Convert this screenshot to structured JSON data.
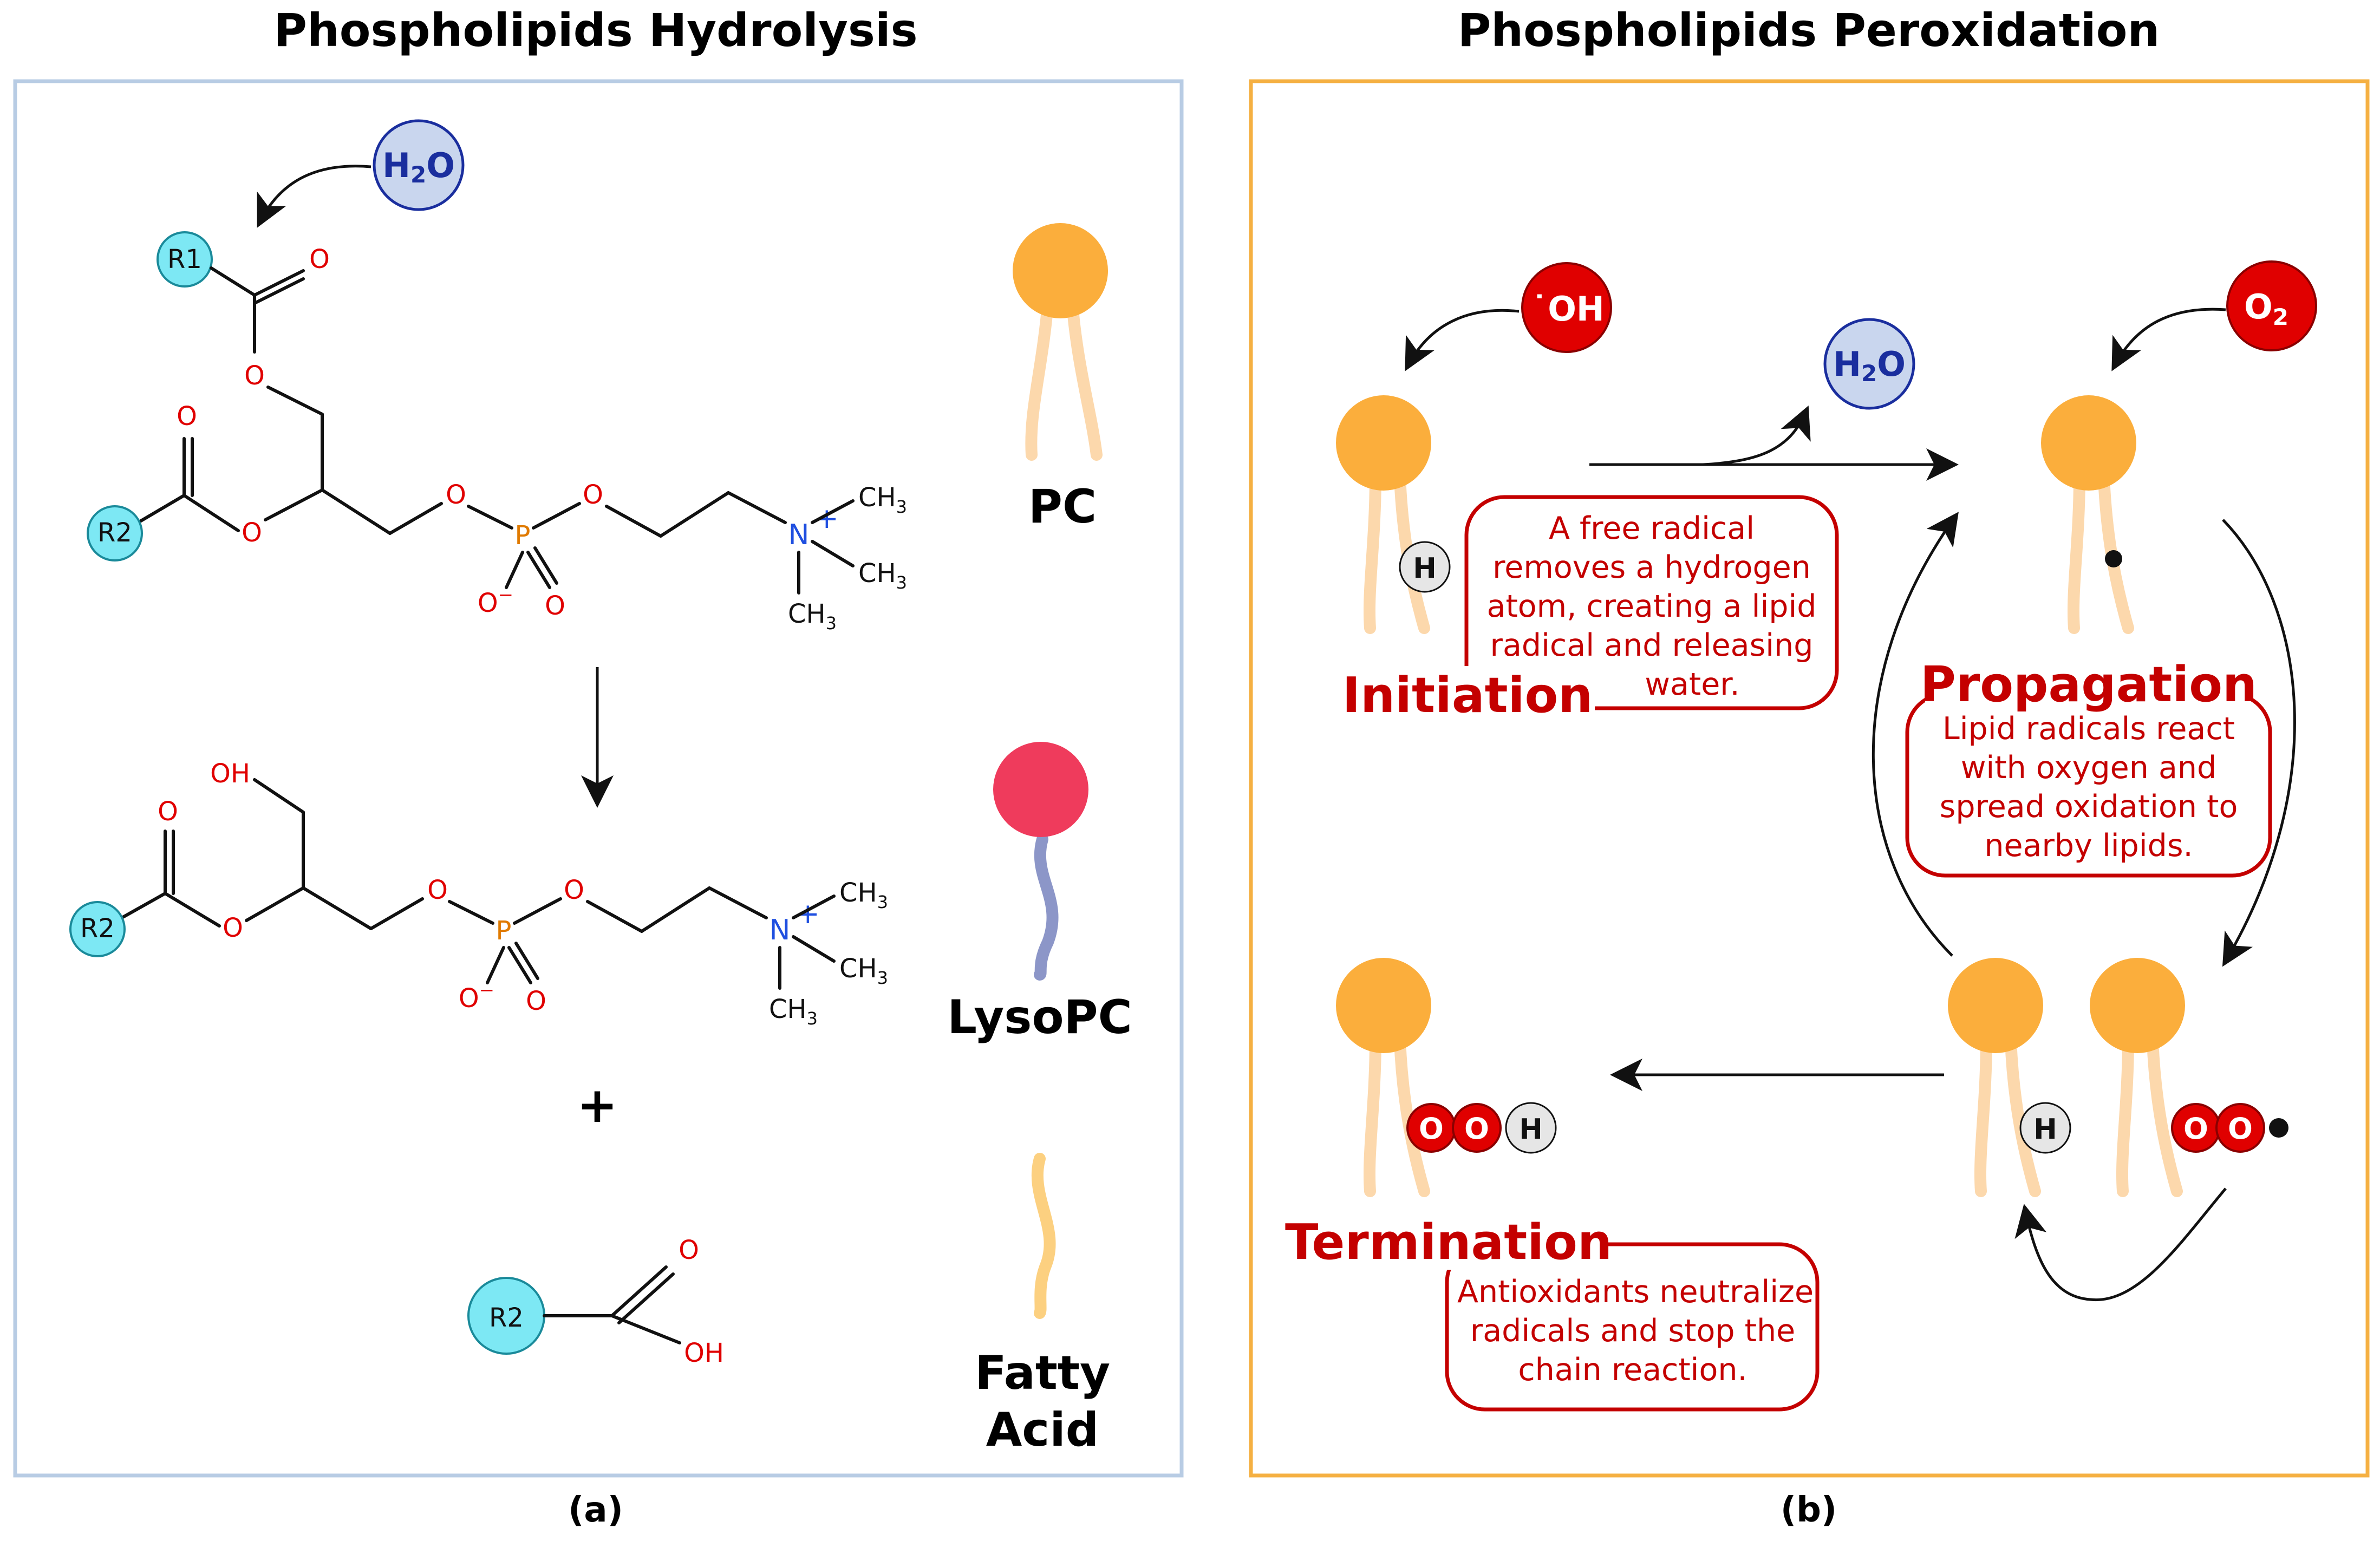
{
  "panels": {
    "left": {
      "title": "Phospholipids Hydrolysis",
      "caption": "(a)",
      "border_color": "#b8cce4",
      "reagent": {
        "label": "H2O",
        "main": "H",
        "sub": "2",
        "tail": "O"
      },
      "legend": [
        {
          "label": "PC",
          "head_color": "#fbae3c",
          "tail_color": "#fcd8ac"
        },
        {
          "label": "LysoPC",
          "head_color": "#ef3b5c",
          "tail_color": "#8c96c8"
        },
        {
          "label_line1": "Fatty",
          "label_line2": "Acid",
          "tail_color": "#fcd080"
        }
      ],
      "plus": "+",
      "molecules": {
        "r1": "R1",
        "r2": "R2",
        "o": "O",
        "o_minus": "O",
        "minus": "−",
        "p": "P",
        "n": "N",
        "plus_charge": "+",
        "ch3_c": "CH",
        "ch3_sub": "3",
        "oh": "OH"
      }
    },
    "right": {
      "title": "Phospholipids Peroxidation",
      "caption": "(b)",
      "border_color": "#f5b042",
      "reagents": {
        "hydroxyl": {
          "dot": "˙",
          "label": "OH",
          "color": "#e00000"
        },
        "water": {
          "main": "H",
          "sub": "2",
          "tail": "O",
          "color": "#c9d6ee"
        },
        "oxygen": {
          "main": "O",
          "sub": "2",
          "color": "#e00000"
        }
      },
      "atoms": {
        "h": "H",
        "o": "O"
      },
      "stages": {
        "initiation": {
          "label": "Initiation",
          "note": [
            "A free radical",
            "removes a hydrogen",
            "atom, creating a lipid",
            "radical and releasing",
            "water."
          ]
        },
        "propagation": {
          "label": "Propagation",
          "note": [
            "Lipid radicals react",
            "with oxygen and",
            "spread oxidation to",
            "nearby lipids."
          ]
        },
        "termination": {
          "label": "Termination",
          "note": [
            "Antioxidants neutralize",
            "radicals and stop the",
            "chain reaction."
          ]
        }
      }
    }
  }
}
